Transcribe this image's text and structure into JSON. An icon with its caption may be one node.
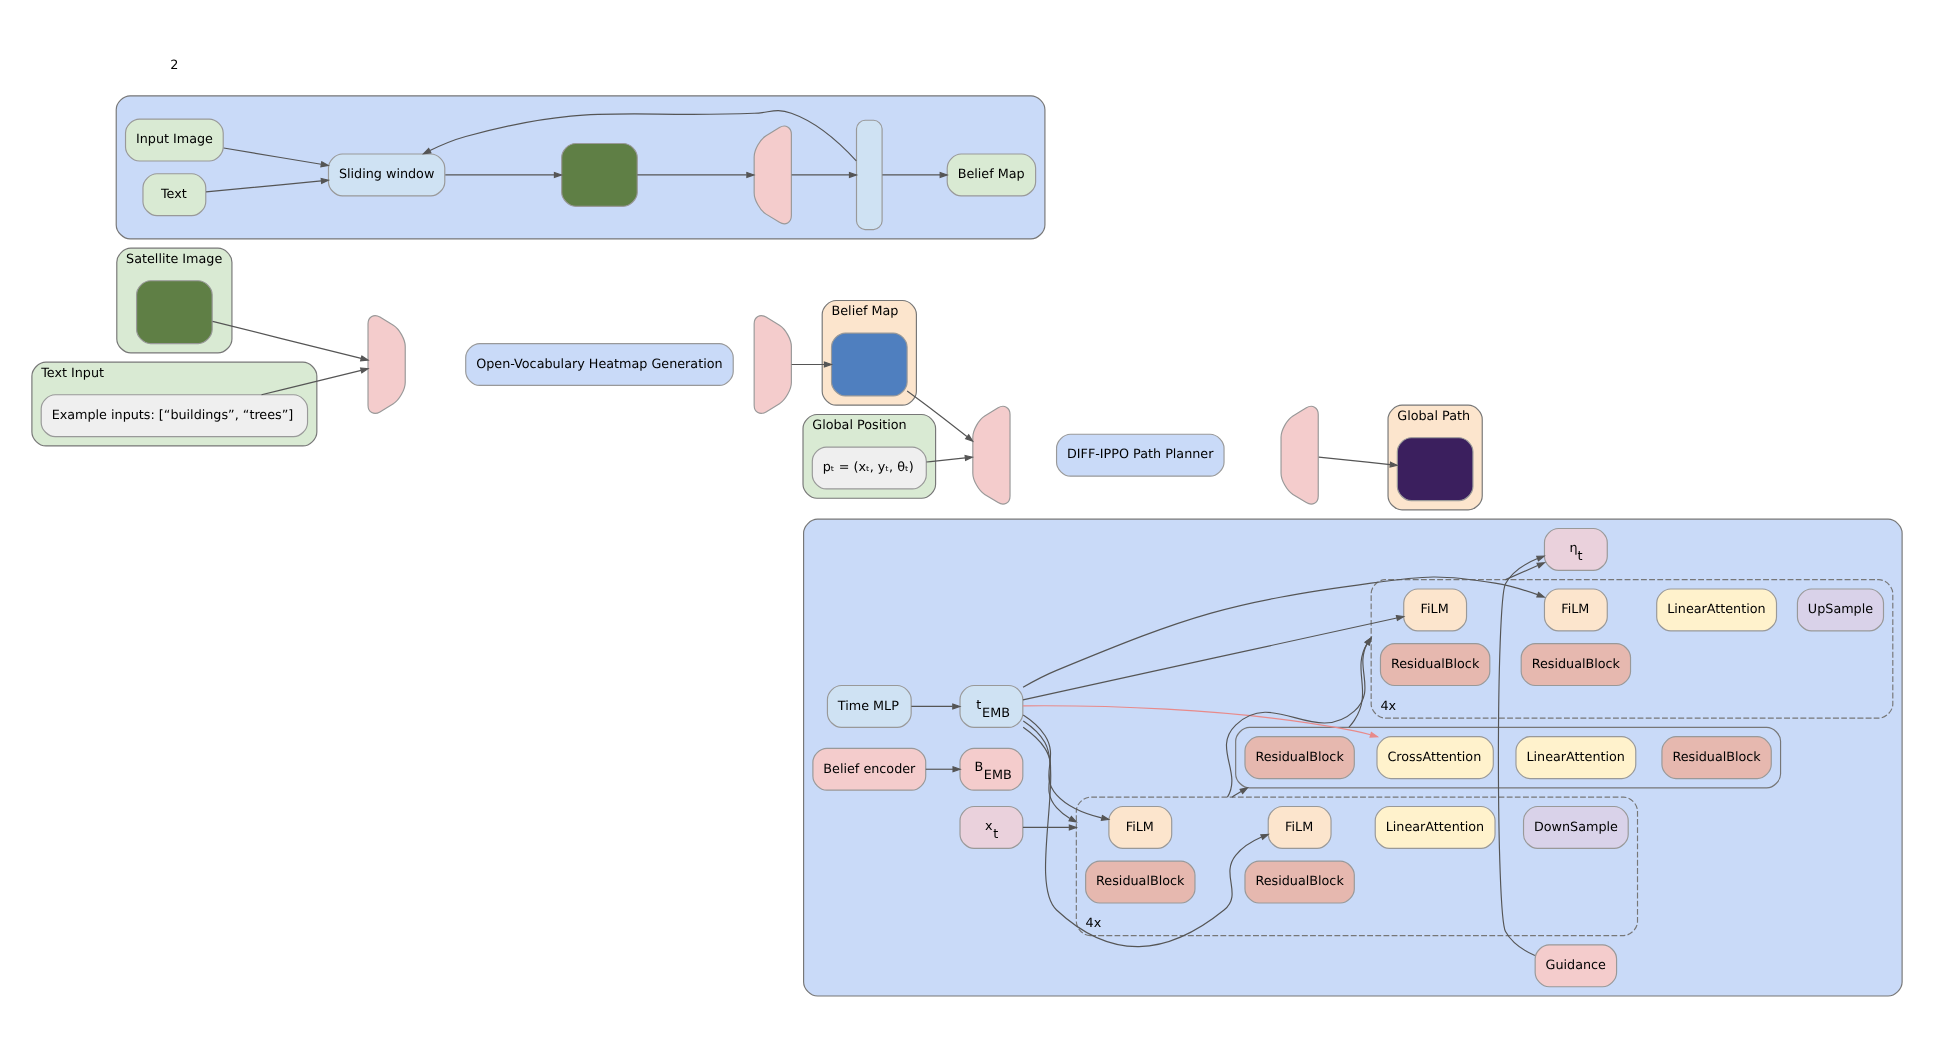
{
  "diagram": {
    "nodes": [
      {
        "text": [
          "Satellite Image"
        ]
      },
      {
        "text": [],
        "shape": "box",
        "in": 0
      },
      {
        "text": [
          "Text Input"
        ]
      },
      {
        "text": [
          "Example inputs: [“buildings”, “trees”]"
        ],
        "in": 2
      },
      {
        "text": [],
        "shape": "trapezoid"
      },
      {
        "text": [
          "Open-Vocabulary Heatmap Generation"
        ]
      },
      {
        "text": [],
        "shape": "trapezoid"
      },
      {
        "text": [
          "Belief Map"
        ]
      },
      {
        "text": [],
        "shape": "box",
        "in": 7
      },
      {
        "text": [
          "Global Position"
        ]
      },
      {
        "text": [
          "pₜ = (xₜ, yₜ, θₜ)"
        ],
        "in": 9
      },
      {
        "text": [],
        "shape": "trapezoid"
      },
      {
        "text": [
          "DIFF-IPPO Path Planner"
        ]
      },
      {
        "text": [],
        "shape": "trapezoid"
      },
      {
        "text": [
          "Global Path"
        ]
      },
      {
        "text": [],
        "shape": "box",
        "in": 14
      },
      {
        "text": [],
        "shape": "box"
      },
      {
        "text": [
          "Input Image"
        ],
        "in": 16
      },
      {
        "text": [
          "Text"
        ],
        "in": 16
      },
      {
        "text": [
          "Sliding window"
        ],
        "in": 16
      },
      {
        "text": [],
        "shape": "box",
        "in": 16
      },
      {
        "text": [],
        "shape": "trapezoid",
        "in": 16
      },
      {
        "text": [],
        "shape": "bar",
        "in": 16
      },
      {
        "text": [
          "Belief Map"
        ],
        "in": 16
      },
      {
        "text": [],
        "shape": "box"
      },
      {
        "text": [
          "Time MLP"
        ],
        "in": 24
      },
      {
        "text": [
          "Belief encoder"
        ],
        "in": 24
      },
      {
        "text": [
          "t$_{EMB}$"
        ],
        "in": 24
      },
      {
        "text": [
          "B$_{EMB}$"
        ],
        "in": 24
      },
      {
        "text": [
          "x$_{t}$"
        ],
        "in": 24
      },
      {
        "text": [],
        "shape": "box",
        "in": 24,
        "beside": [
          "4x"
        ]
      },
      {
        "text": [
          "FiLM"
        ],
        "in": 30
      },
      {
        "text": [
          "ResidualBlock"
        ],
        "in": 30
      },
      {
        "text": [
          "FiLM"
        ],
        "in": 30
      },
      {
        "text": [
          "ResidualBlock"
        ],
        "in": 30
      },
      {
        "text": [
          "LinearAttention"
        ],
        "in": 30
      },
      {
        "text": [
          "DownSample"
        ],
        "in": 30
      },
      {
        "text": [],
        "shape": "box",
        "in": 24
      },
      {
        "text": [
          "ResidualBlock"
        ],
        "in": 37
      },
      {
        "text": [
          "CrossAttention"
        ],
        "in": 37
      },
      {
        "text": [
          "LinearAttention"
        ],
        "in": 37
      },
      {
        "text": [
          "ResidualBlock"
        ],
        "in": 37
      },
      {
        "text": [],
        "shape": "box",
        "in": 24,
        "beside": [
          "4x"
        ]
      },
      {
        "text": [
          "FiLM"
        ],
        "in": 42
      },
      {
        "text": [
          "ResidualBlock"
        ],
        "in": 42
      },
      {
        "text": [
          "FiLM"
        ],
        "in": 42
      },
      {
        "text": [
          "ResidualBlock"
        ],
        "in": 42
      },
      {
        "text": [
          "LinearAttention"
        ],
        "in": 42
      },
      {
        "text": [
          "UpSample"
        ],
        "in": 42
      },
      {
        "text": [
          "η$_{t}$"
        ],
        "in": 24
      },
      {
        "text": [
          "Guidance"
        ],
        "in": 24
      }
    ],
    "edges": [
      {
        "from": 1,
        "to": 4,
        "arrow": "to"
      },
      {
        "from": 3,
        "to": 4,
        "arrow": "to"
      },
      {
        "from": 6,
        "to": 8,
        "arrow": "to"
      },
      {
        "from": 8,
        "to": 11,
        "arrow": "to"
      },
      {
        "from": 10,
        "to": 11,
        "arrow": "to"
      },
      {
        "from": 13,
        "to": 15,
        "arrow": "to"
      },
      {
        "from": 17,
        "to": 19,
        "arrow": "to"
      },
      {
        "from": 18,
        "to": 19,
        "arrow": "to"
      },
      {
        "from": 19,
        "to": 20,
        "arrow": "to"
      },
      {
        "from": 20,
        "to": 21,
        "arrow": "to"
      },
      {
        "from": 21,
        "to": 22,
        "arrow": "to"
      },
      {
        "from": 22,
        "to": 23,
        "arrow": "to"
      },
      {
        "from": 22,
        "to": 19,
        "arrow": "to"
      },
      {
        "from": 25,
        "to": 27,
        "arrow": "to"
      },
      {
        "from": 26,
        "to": 28,
        "arrow": "to"
      },
      {
        "from": 27,
        "to": 30,
        "arrow": "to"
      },
      {
        "from": 29,
        "to": 30,
        "arrow": "to"
      },
      {
        "from": 27,
        "to": 31,
        "arrow": "to"
      },
      {
        "from": 27,
        "to": 33,
        "arrow": "to"
      },
      {
        "from": 27,
        "to": 43,
        "arrow": "to"
      },
      {
        "from": 27,
        "to": 45,
        "arrow": "to"
      },
      {
        "from": 27,
        "to": 39,
        "arrow": "to",
        "color": "#e88a8a"
      },
      {
        "from": 30,
        "to": 37,
        "arrow": "to"
      },
      {
        "from": 37,
        "to": 42,
        "arrow": "to"
      },
      {
        "from": 30,
        "to": 42,
        "arrow": "to"
      },
      {
        "from": 42,
        "to": 49,
        "arrow": "to"
      },
      {
        "from": 50,
        "to": 49,
        "arrow": "to"
      }
    ],
    "labels": [
      "2"
    ]
  }
}
